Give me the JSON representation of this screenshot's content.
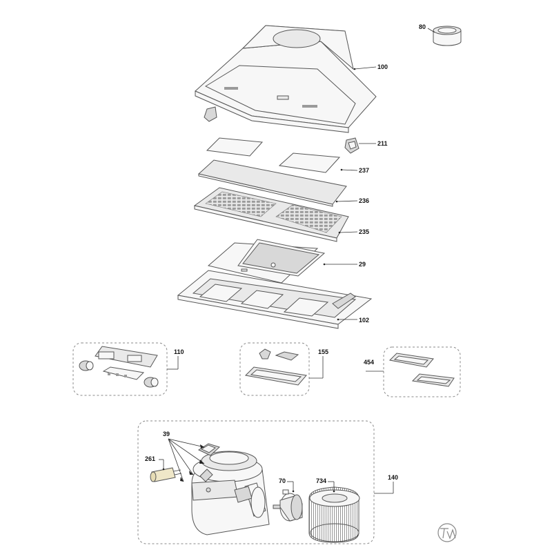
{
  "callouts": {
    "p80": "80",
    "p100": "100",
    "p211": "211",
    "p237": "237",
    "p236": "236",
    "p235": "235",
    "p29": "29",
    "p102": "102",
    "p110": "110",
    "p155": "155",
    "p454": "454",
    "p39": "39",
    "p261": "261",
    "p70": "70",
    "p734": "734",
    "p140": "140"
  },
  "logo": {
    "icon": "brand-logo-icon"
  }
}
